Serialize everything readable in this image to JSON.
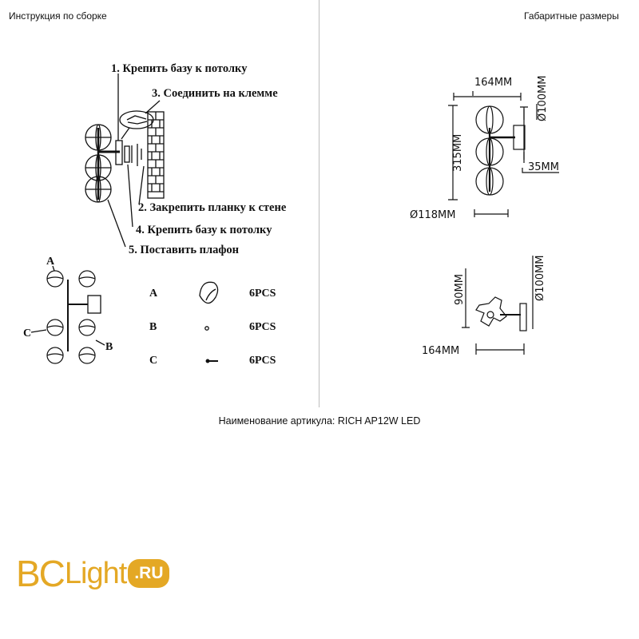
{
  "headers": {
    "left": "Инструкция по сборке",
    "right": "Габаритные размеры"
  },
  "steps": [
    "1. Крепить базу к потолку",
    "3. Соединить на клемме",
    "2. Закрепить планку к стене",
    "4. Крепить базу к потолку",
    "5. Поставить плафон"
  ],
  "callouts": [
    "A",
    "B",
    "C"
  ],
  "parts": [
    {
      "letter": "A",
      "qty": "6PCS",
      "icon": "shade-icon"
    },
    {
      "letter": "B",
      "qty": "6PCS",
      "icon": "screw-icon"
    },
    {
      "letter": "C",
      "qty": "6PCS",
      "icon": "pin-icon"
    }
  ],
  "dimensions": {
    "width_top": "164MM",
    "shade_diameter_top": "Ø100MM",
    "height": "315MM",
    "depth": "35MM",
    "canopy_diameter": "Ø118MM",
    "bracket_height": "90MM",
    "shade_diameter_bottom": "Ø100MM",
    "width_bottom": "164MM"
  },
  "article": "Наименование артикула: RICH AP12W LED",
  "logo": {
    "bc": "BC",
    "light": "Light",
    "ru": ".RU",
    "color": "#e4a825"
  }
}
